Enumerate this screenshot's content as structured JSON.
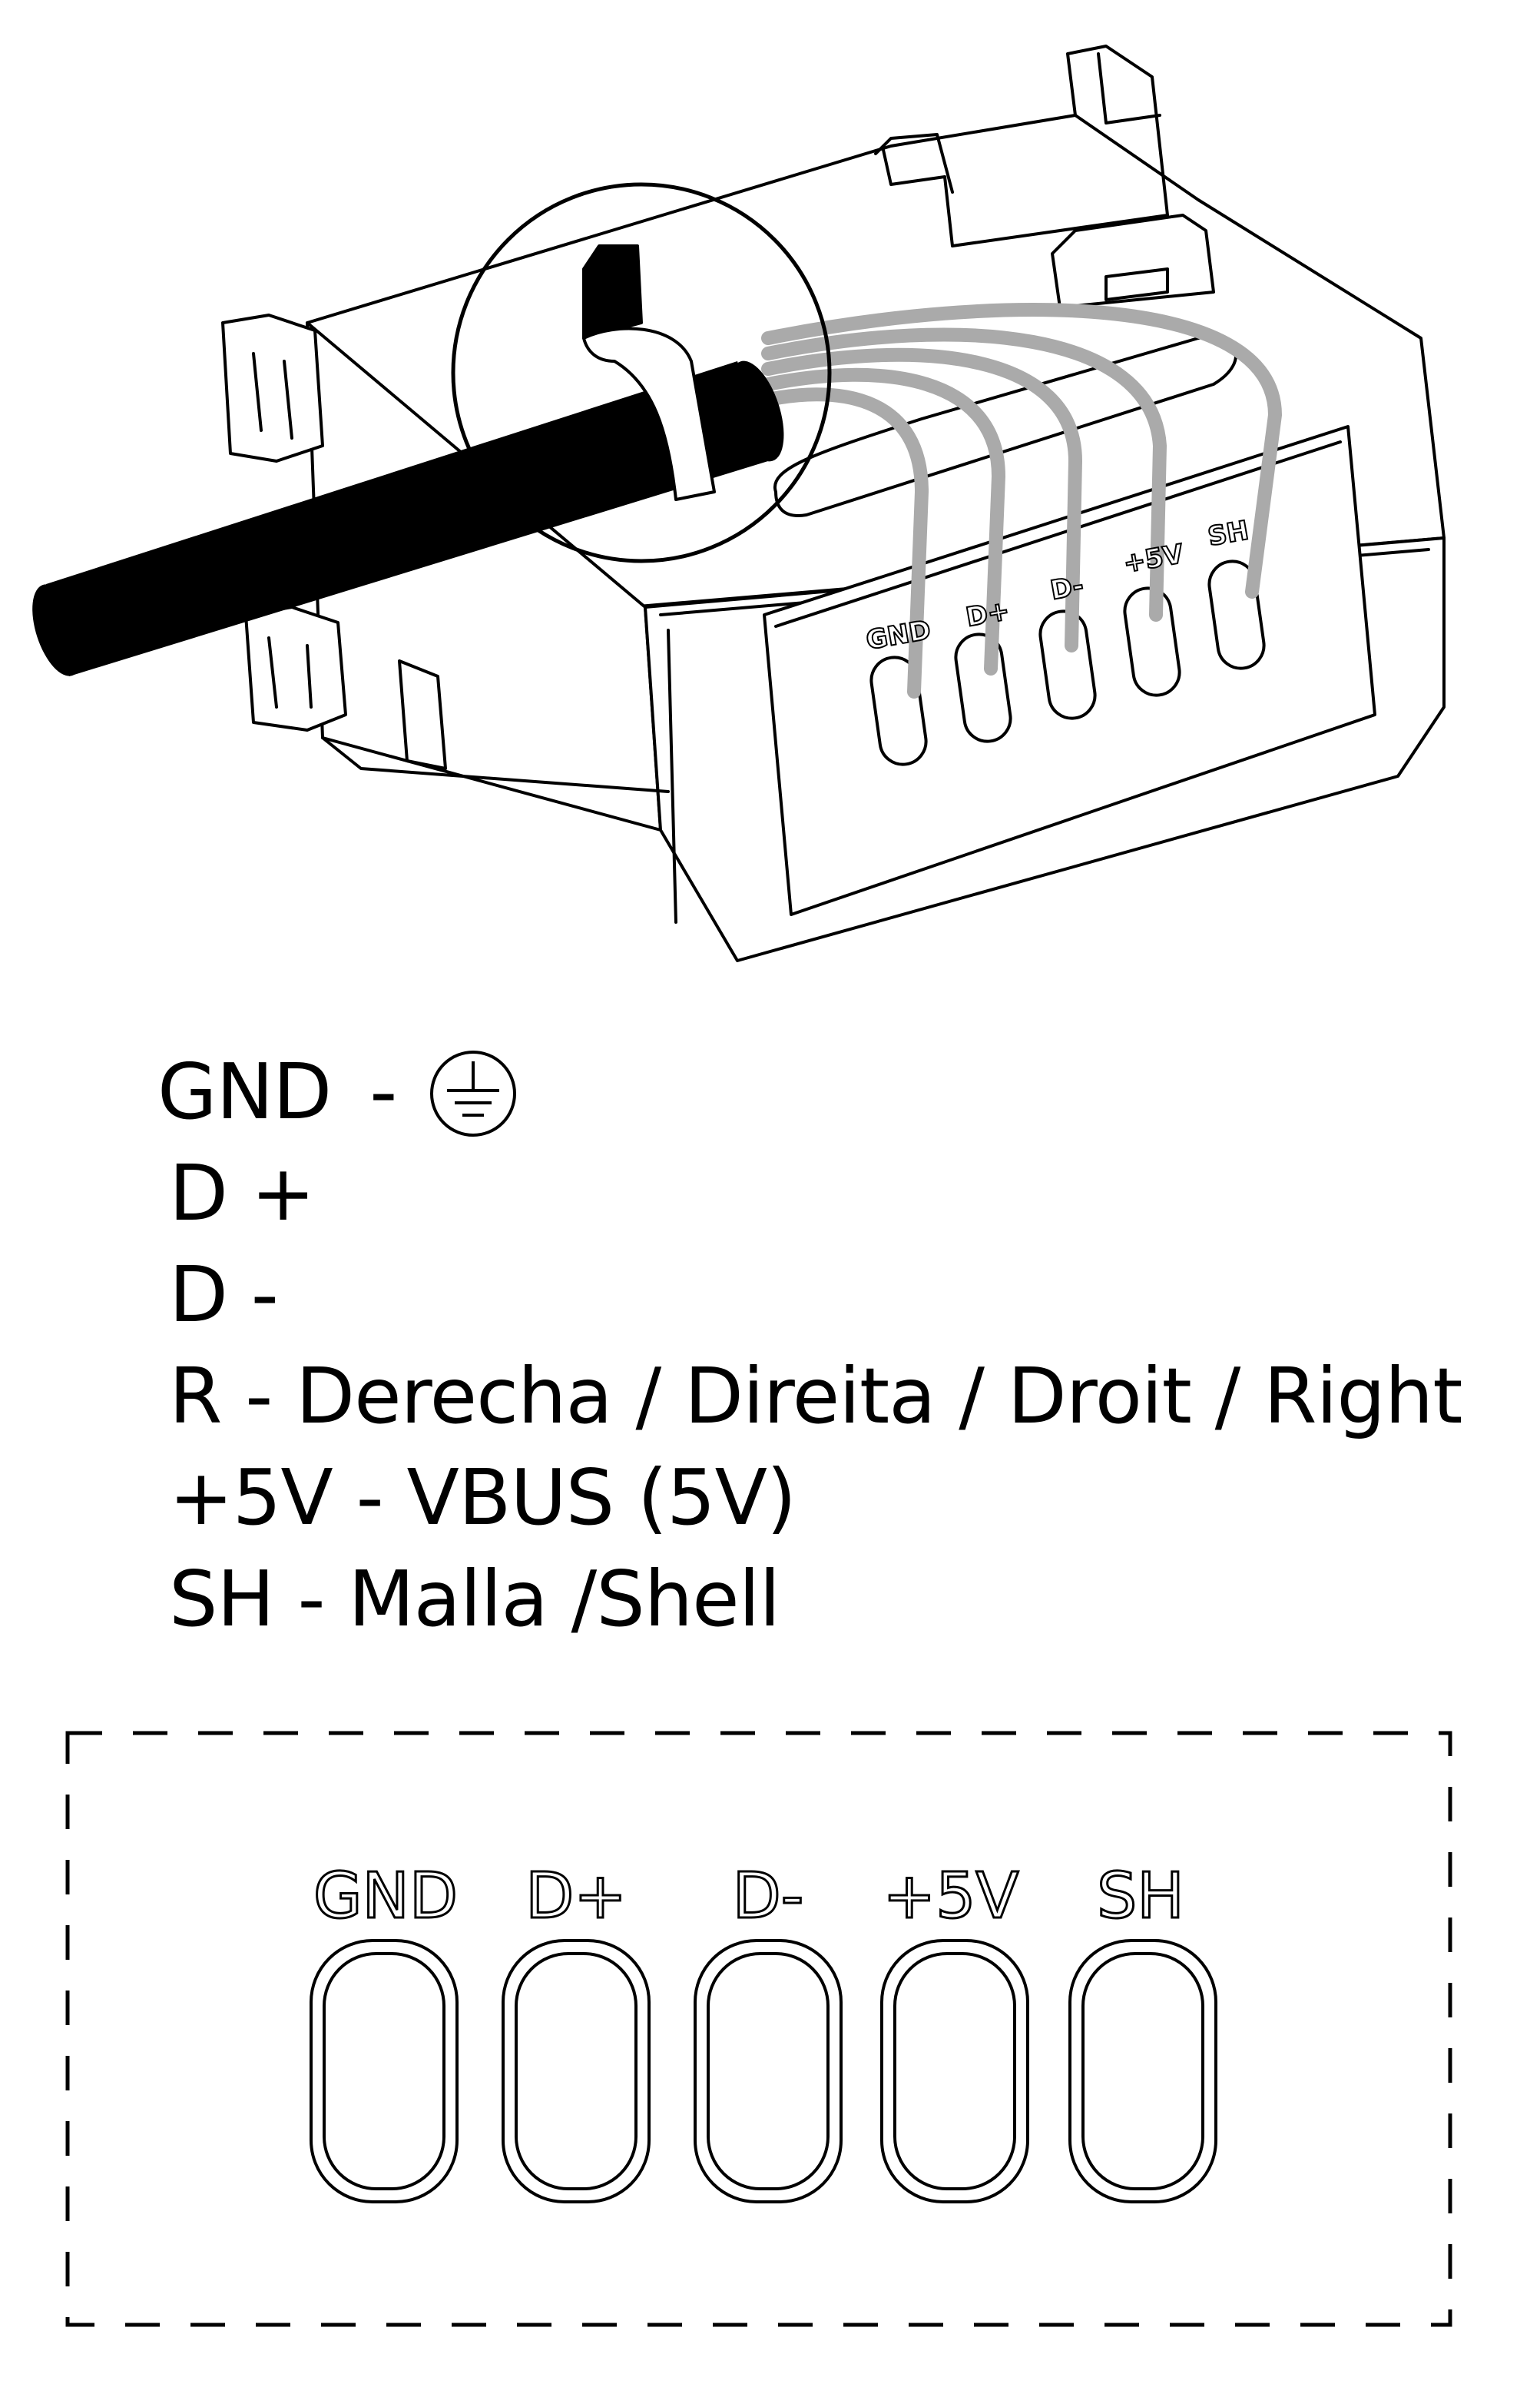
{
  "device": {
    "terminal_labels": [
      "GND",
      "D+",
      "D-",
      "+5V",
      "SH"
    ]
  },
  "legend": {
    "gnd_label": "GND",
    "gnd_dash": "-",
    "gnd_icon": "earth-ground-icon",
    "lines": [
      "D +",
      "D -",
      "R - Derecha / Direita / Droit / Right",
      "+5V - VBUS (5V)",
      "SH - Malla /Shell"
    ]
  },
  "detail": {
    "terminal_labels": [
      "GND",
      "D+",
      "D-",
      "+5V",
      "SH"
    ]
  }
}
